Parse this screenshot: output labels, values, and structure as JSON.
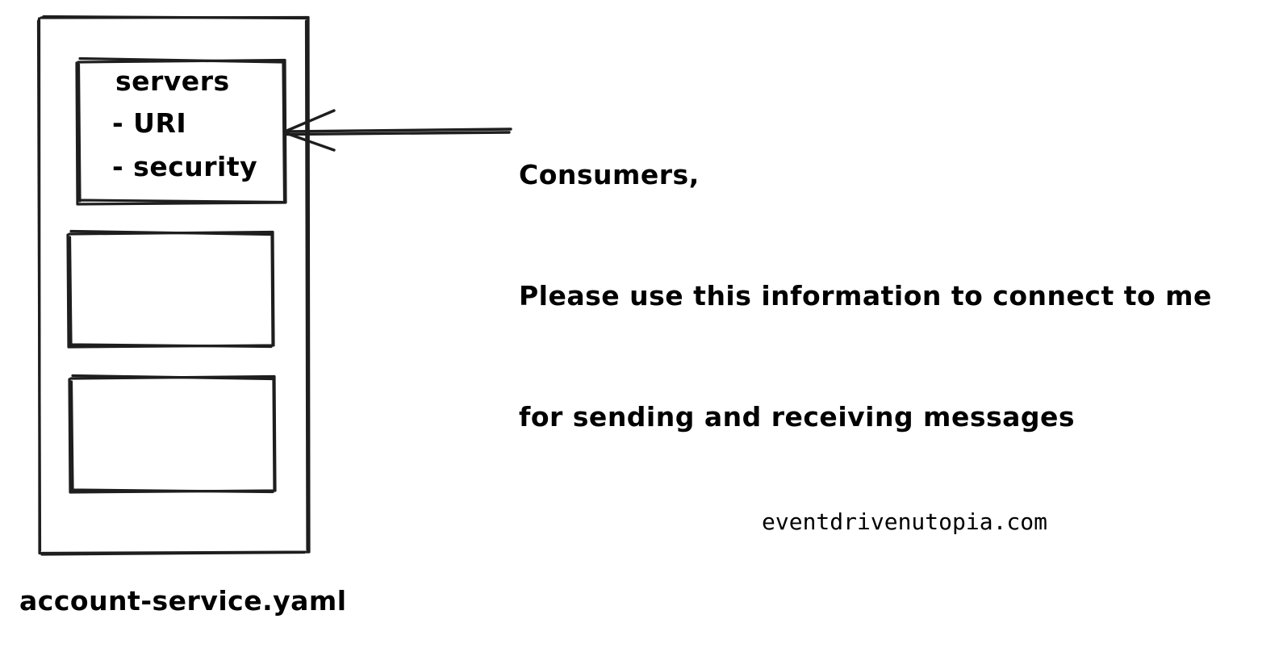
{
  "diagram": {
    "title": "account-service.yaml",
    "background_color": "#ffffff",
    "stroke_color": "#1e1e1e",
    "file_label": "account-service.yaml",
    "watermark": "eventdrivenutopia.com",
    "outer_container": {
      "name": "account-service-document",
      "label": ""
    },
    "sections": [
      {
        "name": "servers-section",
        "title": "servers",
        "items": [
          "- URI",
          "- security"
        ]
      },
      {
        "name": "second-section",
        "title": "",
        "items": []
      },
      {
        "name": "third-section",
        "title": "",
        "items": []
      }
    ],
    "annotation": {
      "name": "consumers-annotation",
      "lines": [
        "Consumers,",
        "Please use this information to connect to me",
        "for sending and receiving messages"
      ],
      "line_0": "Consumers,",
      "line_1": "Please use this information to connect to me",
      "line_2": "for sending and receiving messages"
    },
    "arrow": {
      "name": "annotation-arrow",
      "direction": "left",
      "points_to": "servers-section"
    }
  }
}
